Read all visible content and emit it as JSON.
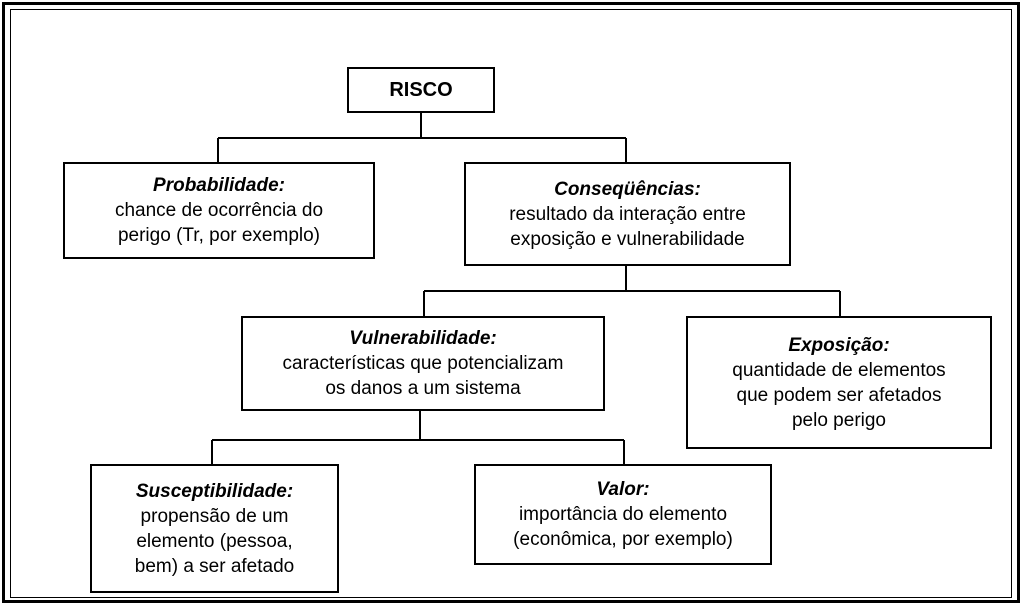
{
  "diagram": {
    "root": {
      "title": "RISCO"
    },
    "probabilidade": {
      "title": "Probabilidade:",
      "lines": [
        "chance de ocorrência do",
        "perigo (Tr, por exemplo)"
      ]
    },
    "consequencias": {
      "title": "Conseqüências:",
      "lines": [
        "resultado da interação entre",
        "exposição e vulnerabilidade"
      ]
    },
    "vulnerabilidade": {
      "title": "Vulnerabilidade:",
      "lines": [
        "características que potencializam",
        "os danos a um sistema"
      ]
    },
    "exposicao": {
      "title": "Exposição:",
      "lines": [
        "quantidade de elementos",
        "que podem ser afetados",
        "pelo perigo"
      ]
    },
    "susceptibilidade": {
      "title": "Susceptibilidade:",
      "lines": [
        "propensão de um",
        "elemento (pessoa,",
        "bem) a ser afetado"
      ]
    },
    "valor": {
      "title": "Valor:",
      "lines": [
        "importância do elemento",
        "(econômica, por exemplo)"
      ]
    }
  }
}
